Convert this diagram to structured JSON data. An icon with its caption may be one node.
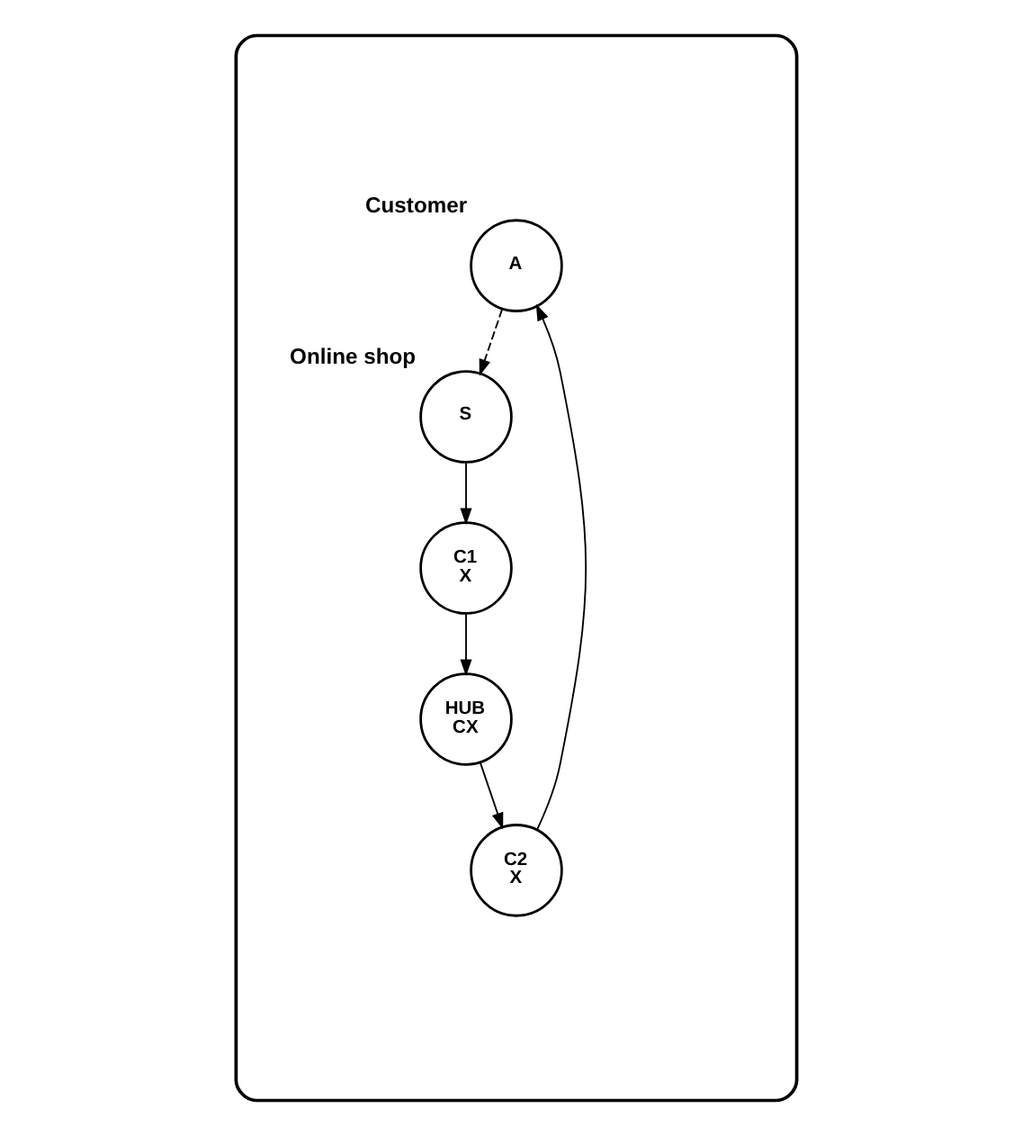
{
  "diagram": {
    "nodes": [
      {
        "text": [],
        "shape": "cloud"
      },
      {
        "text": [
          "A"
        ],
        "beside": [
          "Customer"
        ],
        "in": 0
      },
      {
        "text": [
          "S"
        ],
        "beside": [
          "Online shop"
        ],
        "in": 0
      },
      {
        "text": [
          "C1",
          "X"
        ],
        "in": 0
      },
      {
        "text": [
          "HUB",
          "CX"
        ],
        "in": 0
      },
      {
        "text": [
          "C2",
          "X"
        ],
        "in": 0
      }
    ],
    "edges": [
      {
        "from": 1,
        "to": 2,
        "arrow": "to",
        "style": "dashed"
      },
      {
        "from": 2,
        "to": 3,
        "arrow": "to"
      },
      {
        "from": 3,
        "to": 4,
        "arrow": "to"
      },
      {
        "from": 4,
        "to": 5,
        "arrow": "to"
      },
      {
        "from": 5,
        "to": 1,
        "arrow": "to"
      }
    ]
  }
}
